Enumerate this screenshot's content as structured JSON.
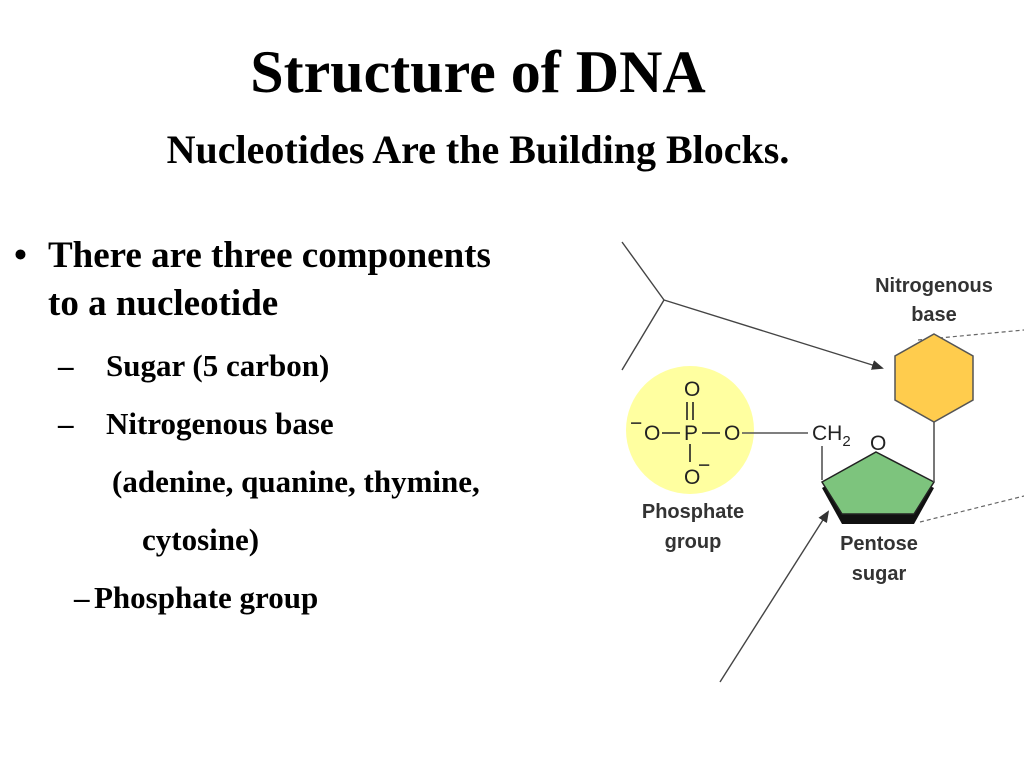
{
  "slide": {
    "title": "Structure of DNA",
    "subtitle": "Nucleotides Are the Building Blocks."
  },
  "bullets": {
    "main_line1": "There are three components",
    "main_line2": "to a nucleotide",
    "sugar": "Sugar (5 carbon)",
    "base": "Nitrogenous base",
    "base_detail_line1": "(adenine, quanine, thymine,",
    "base_detail_line2": "cytosine)",
    "phosphate": "Phosphate group"
  },
  "diagram": {
    "base_label_line1": "Nitrogenous",
    "base_label_line2": "base",
    "sugar_label_line1": "Pentose",
    "sugar_label_line2": "sugar",
    "phosphate_label_line1": "Phosphate",
    "phosphate_label_line2": "group",
    "atom_o_top": "O",
    "atom_o_left": "O",
    "atom_p": "P",
    "atom_o_right": "O",
    "atom_o_bottom": "O",
    "charge_left": "−",
    "charge_bottom": "−",
    "ch2": "CH",
    "ch2_sub": "2",
    "ring_o": "O",
    "colors": {
      "phosphate_fill": "#ffffa0",
      "base_fill": "#ffcc4d",
      "sugar_fill": "#7dc47d"
    }
  }
}
